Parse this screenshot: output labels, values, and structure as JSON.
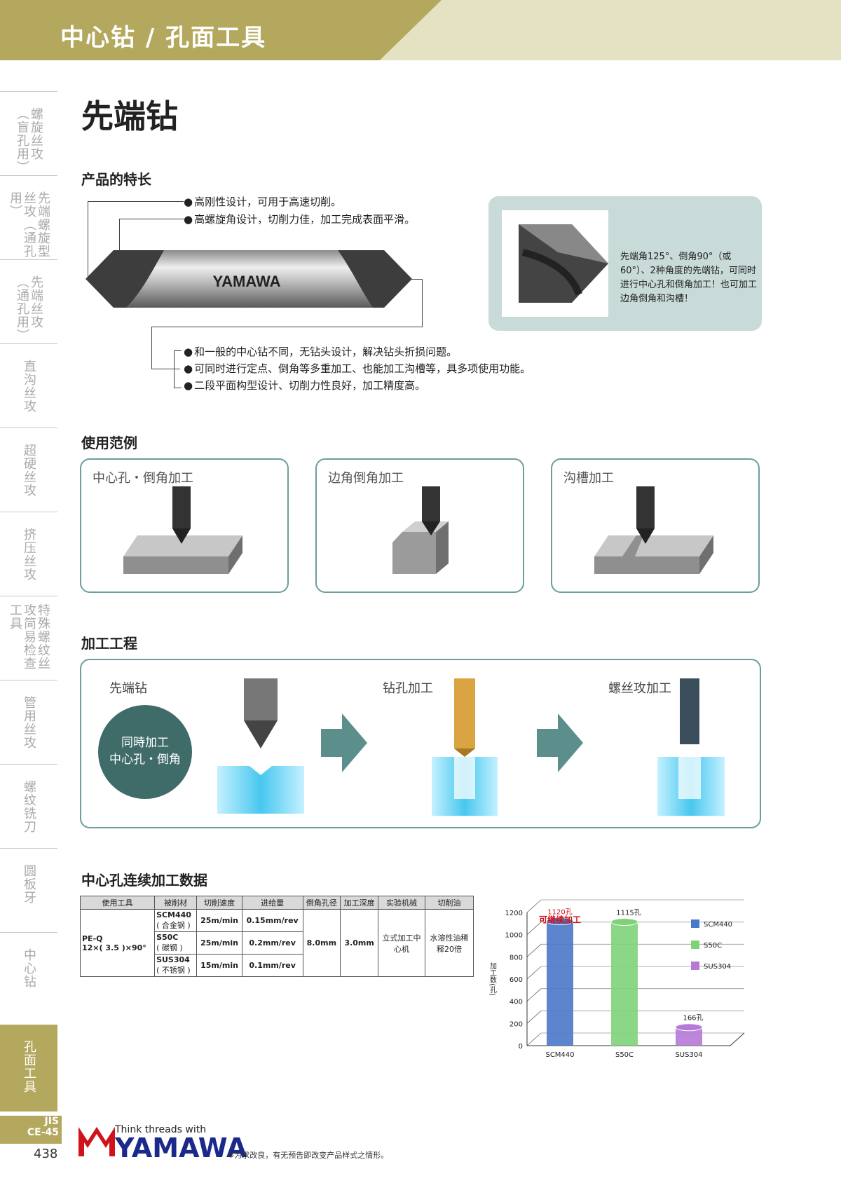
{
  "header": {
    "title": "中心钻 / 孔面工具"
  },
  "sidebar": {
    "tabs": [
      {
        "label": "螺旋丝攻（盲孔用）"
      },
      {
        "label": "先端螺旋型丝攻（通孔用）"
      },
      {
        "label": "先端丝攻（通孔用）"
      },
      {
        "label": "直沟丝攻"
      },
      {
        "label": "超硬丝攻"
      },
      {
        "label": "挤压丝攻"
      },
      {
        "label": "特殊螺纹丝攻简易检查工具"
      },
      {
        "label": "管用丝攻"
      },
      {
        "label": "螺纹铣刀"
      },
      {
        "label": "圆板牙"
      },
      {
        "label": "中心钻"
      },
      {
        "label": "孔面工具"
      }
    ],
    "jis": "JIS",
    "code": "CE-45",
    "page": "438"
  },
  "title": "先端钻",
  "features": {
    "heading": "产品的特长",
    "top": [
      "高刚性设计，可用于高速切削。",
      "高螺旋角设计，切削力佳，加工完成表面平滑。"
    ],
    "bottom": [
      "和一般的中心钻不同，无钻头设计，解决钻头折损问题。",
      "可同时进行定点、倒角等多重加工、也能加工沟槽等，具多项使用功能。",
      "二段平面构型设计、切削力性良好，加工精度高。"
    ],
    "tool_brand": "YAMAWA",
    "panel_text": "先端角125°、倒角90°（或60°）、2种角度的先端钻，可同时进行中心孔和倒角加工！也可加工 边角倒角和沟槽！"
  },
  "usage": {
    "heading": "使用范例",
    "items": [
      "中心孔・倒角加工",
      "边角倒角加工",
      "沟槽加工"
    ]
  },
  "process": {
    "heading": "加工工程",
    "steps": [
      "先端钻",
      "钻孔加工",
      "螺丝攻加工"
    ],
    "circle_line1": "同時加工",
    "circle_line2": "中心孔・倒角"
  },
  "data_section": {
    "heading": "中心孔连续加工数据",
    "columns": [
      "使用工具",
      "被削材",
      "切削速度",
      "进给量",
      "倒角孔径",
      "加工深度",
      "实验机械",
      "切削油"
    ],
    "tool_line1": "PE-Q",
    "tool_line2": "12×( 3.5 )×90°",
    "rows": [
      {
        "material": "SCM440",
        "material_sub": "( 合金钢 )",
        "speed": "25m/min",
        "feed": "0.15mm/rev"
      },
      {
        "material": "S50C",
        "material_sub": "( 碳钢 )",
        "speed": "25m/min",
        "feed": "0.2mm/rev"
      },
      {
        "material": "SUS304",
        "material_sub": "( 不锈钢 )",
        "speed": "15m/min",
        "feed": "0.1mm/rev"
      }
    ],
    "diameter": "8.0mm",
    "depth": "3.0mm",
    "machine": "立式加工中心机",
    "oil": "水溶性油稀释20倍"
  },
  "chart_data": {
    "type": "bar",
    "categories": [
      "SCM440",
      "S50C",
      "SUS304"
    ],
    "values": [
      1120,
      1115,
      166
    ],
    "value_labels": [
      "1120孔",
      "1115孔",
      "166孔"
    ],
    "annotation": "可继续加工",
    "ylabel": "加工数(孔)",
    "ylim": [
      0,
      1200
    ],
    "yticks": [
      0,
      200,
      400,
      600,
      800,
      1000,
      1200
    ],
    "legend": [
      "SCM440",
      "S50C",
      "SUS304"
    ],
    "legend_position": "right",
    "colors": [
      "#4a78c8",
      "#7ed37a",
      "#b57ad6"
    ]
  },
  "footer": {
    "slogan": "Think threads with",
    "brand": "YAMAWA",
    "note": "※为求改良，有无预告即改变产品样式之情形。"
  }
}
